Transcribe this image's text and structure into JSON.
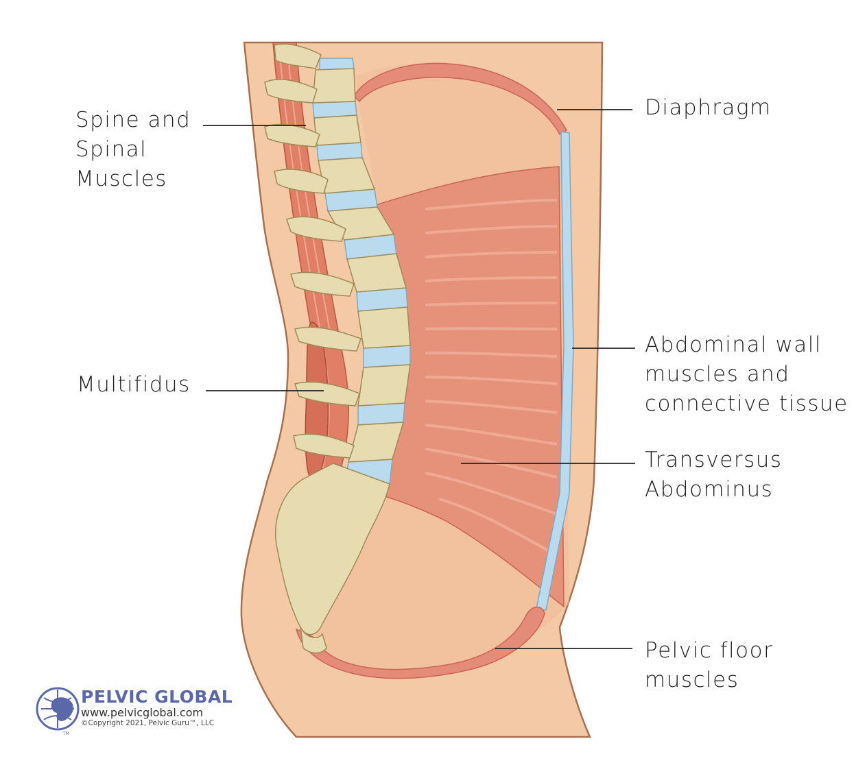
{
  "labels": {
    "spine": [
      "Spine and",
      "Spinal",
      "Muscles"
    ],
    "multifidus": [
      "Multifidus"
    ],
    "diaphragm": [
      "Diaphragm"
    ],
    "abdominal_wall": [
      "Abdominal wall",
      "muscles and",
      "connective tissue"
    ],
    "transversus": [
      "Transversus",
      "Abdominus"
    ],
    "pelvic_floor": [
      "Pelvic floor",
      "muscles"
    ]
  },
  "logo": {
    "brand": "PELVIC GLOBAL",
    "site": "www.pelvicglobal.com",
    "copyright": "©Copyright 2021, Pelvic Guru™, LLC",
    "trademark": "TM"
  },
  "colors": {
    "skin": "#f3c9a6",
    "skin_dark": "#eab691",
    "outline": "#a9704f",
    "muscle": "#e6927a",
    "muscle_dark": "#c9654f",
    "bone": "#e6dbb1",
    "bone_shade": "#c9b986",
    "disc": "#b9dbed",
    "diaphragm": "#e58b7a",
    "brand": "#5a68a8"
  }
}
